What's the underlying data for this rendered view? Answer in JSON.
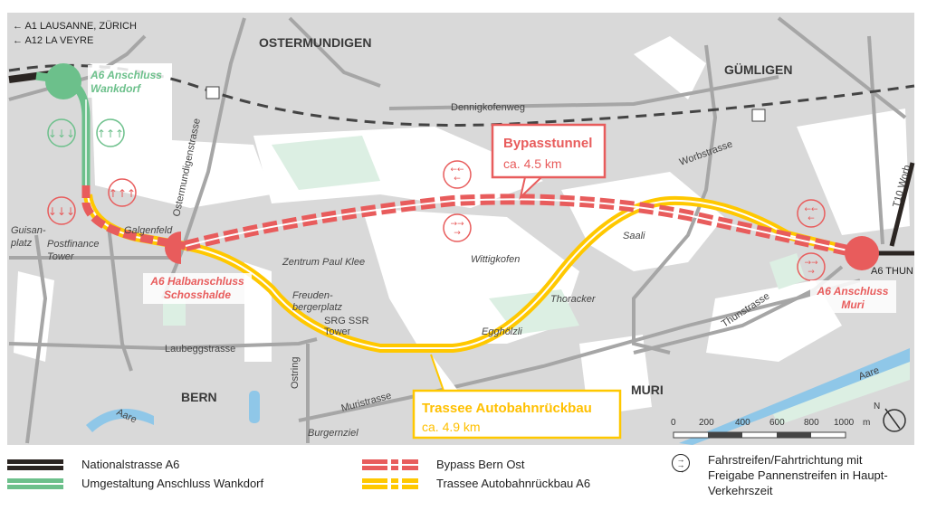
{
  "directions": {
    "a1": "A1 LAUSANNE, ZÜRICH",
    "a12": "A12 LA VEYRE",
    "thun": "A6 THUN",
    "worb": "T10 Worb"
  },
  "places": {
    "ostermundigen": "OSTERMUNDIGEN",
    "guemligen": "GÜMLIGEN",
    "bern": "BERN",
    "muri": "MURI"
  },
  "localities": {
    "guisanplatz_1": "Guisan-",
    "guisanplatz_2": "platz",
    "postfinance_1": "Postfinance",
    "postfinance_2": "Tower",
    "galgenfeld": "Galgenfeld",
    "zpk": "Zentrum Paul Klee",
    "freuden_1": "Freuden-",
    "freuden_2": "bergerplatz",
    "srg_1": "SRG SSR",
    "srg_2": "Tower",
    "wittigkofen": "Wittigkofen",
    "thoracker": "Thoracker",
    "egghoelzli": "Egghölzli",
    "saali": "Saali",
    "burgernziel": "Burgernziel"
  },
  "streets": {
    "ostermundigenstrasse": "Ostermundigenstrasse",
    "dennigkofenweg": "Dennigkofenweg",
    "worbstrasse": "Worbstrasse",
    "laubeggstrasse": "Laubeggstrasse",
    "ostring": "Ostring",
    "muristrasse": "Muristrasse",
    "thunstrasse": "Thunstrasse",
    "aare": "Aare"
  },
  "interchanges": {
    "wankdorf_1": "A6 Anschluss",
    "wankdorf_2": "Wankdorf",
    "schosshalde_1": "A6 Halbanschluss",
    "schosshalde_2": "Schosshalde",
    "muri_1": "A6 Anschluss",
    "muri_2": "Muri"
  },
  "callouts": {
    "bypass": {
      "title": "Bypasstunnel",
      "length": "ca. 4.5 km"
    },
    "trassee": {
      "title": "Trassee Autobahnrückbau",
      "length": "ca. 4.9 km"
    }
  },
  "scale": {
    "ticks": [
      "0",
      "200",
      "400",
      "600",
      "800",
      "1000"
    ],
    "unit": "m",
    "north": "N"
  },
  "legend": {
    "items": [
      {
        "label": "Nationalstrasse A6",
        "color": "#2b2522"
      },
      {
        "label": "Umgestaltung Anschluss Wankdorf",
        "color": "#6cc08b"
      },
      {
        "label": "Bypass Bern Ost",
        "color": "#e85c5c"
      },
      {
        "label": "Trassee Autobahnrückbau A6",
        "color": "#ffc800"
      }
    ],
    "lanes_1": "Fahrstreifen/Fahrtrichtung mit",
    "lanes_2": "Freigabe Pannenstreifen in Haupt-",
    "lanes_3": "Verkehrszeit"
  },
  "colors": {
    "map_bg": "#d9d9d9",
    "road": "#a6a6a6",
    "green_area": "#dcefe3",
    "water": "#8fc7e8"
  }
}
